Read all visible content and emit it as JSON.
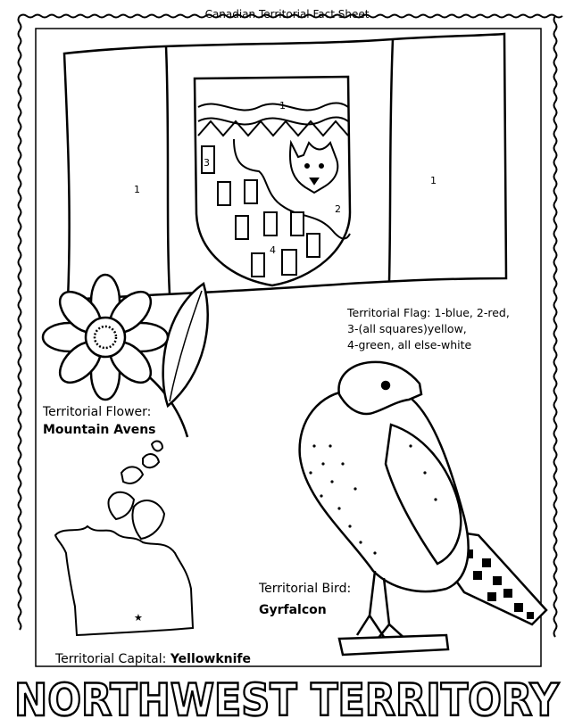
{
  "header": {
    "title": "Canadian Territorial Fact Sheet"
  },
  "flag": {
    "numbers": {
      "left_band": "1",
      "right_band": "1",
      "shield_top": "1",
      "shield_field": "2",
      "squares": "3",
      "shield_base": "4"
    },
    "legend": [
      "Territorial Flag: 1-blue, 2-red,",
      "3-(all squares)yellow,",
      "4-green, all else-white"
    ]
  },
  "flower": {
    "label": "Territorial Flower:",
    "name": "Mountain Avens"
  },
  "bird": {
    "label": "Territorial Bird:",
    "name": "Gyrfalcon"
  },
  "capital": {
    "label": "Territorial Capital:",
    "name": "Yellowknife"
  },
  "title": "NORTHWEST TERRITORY"
}
